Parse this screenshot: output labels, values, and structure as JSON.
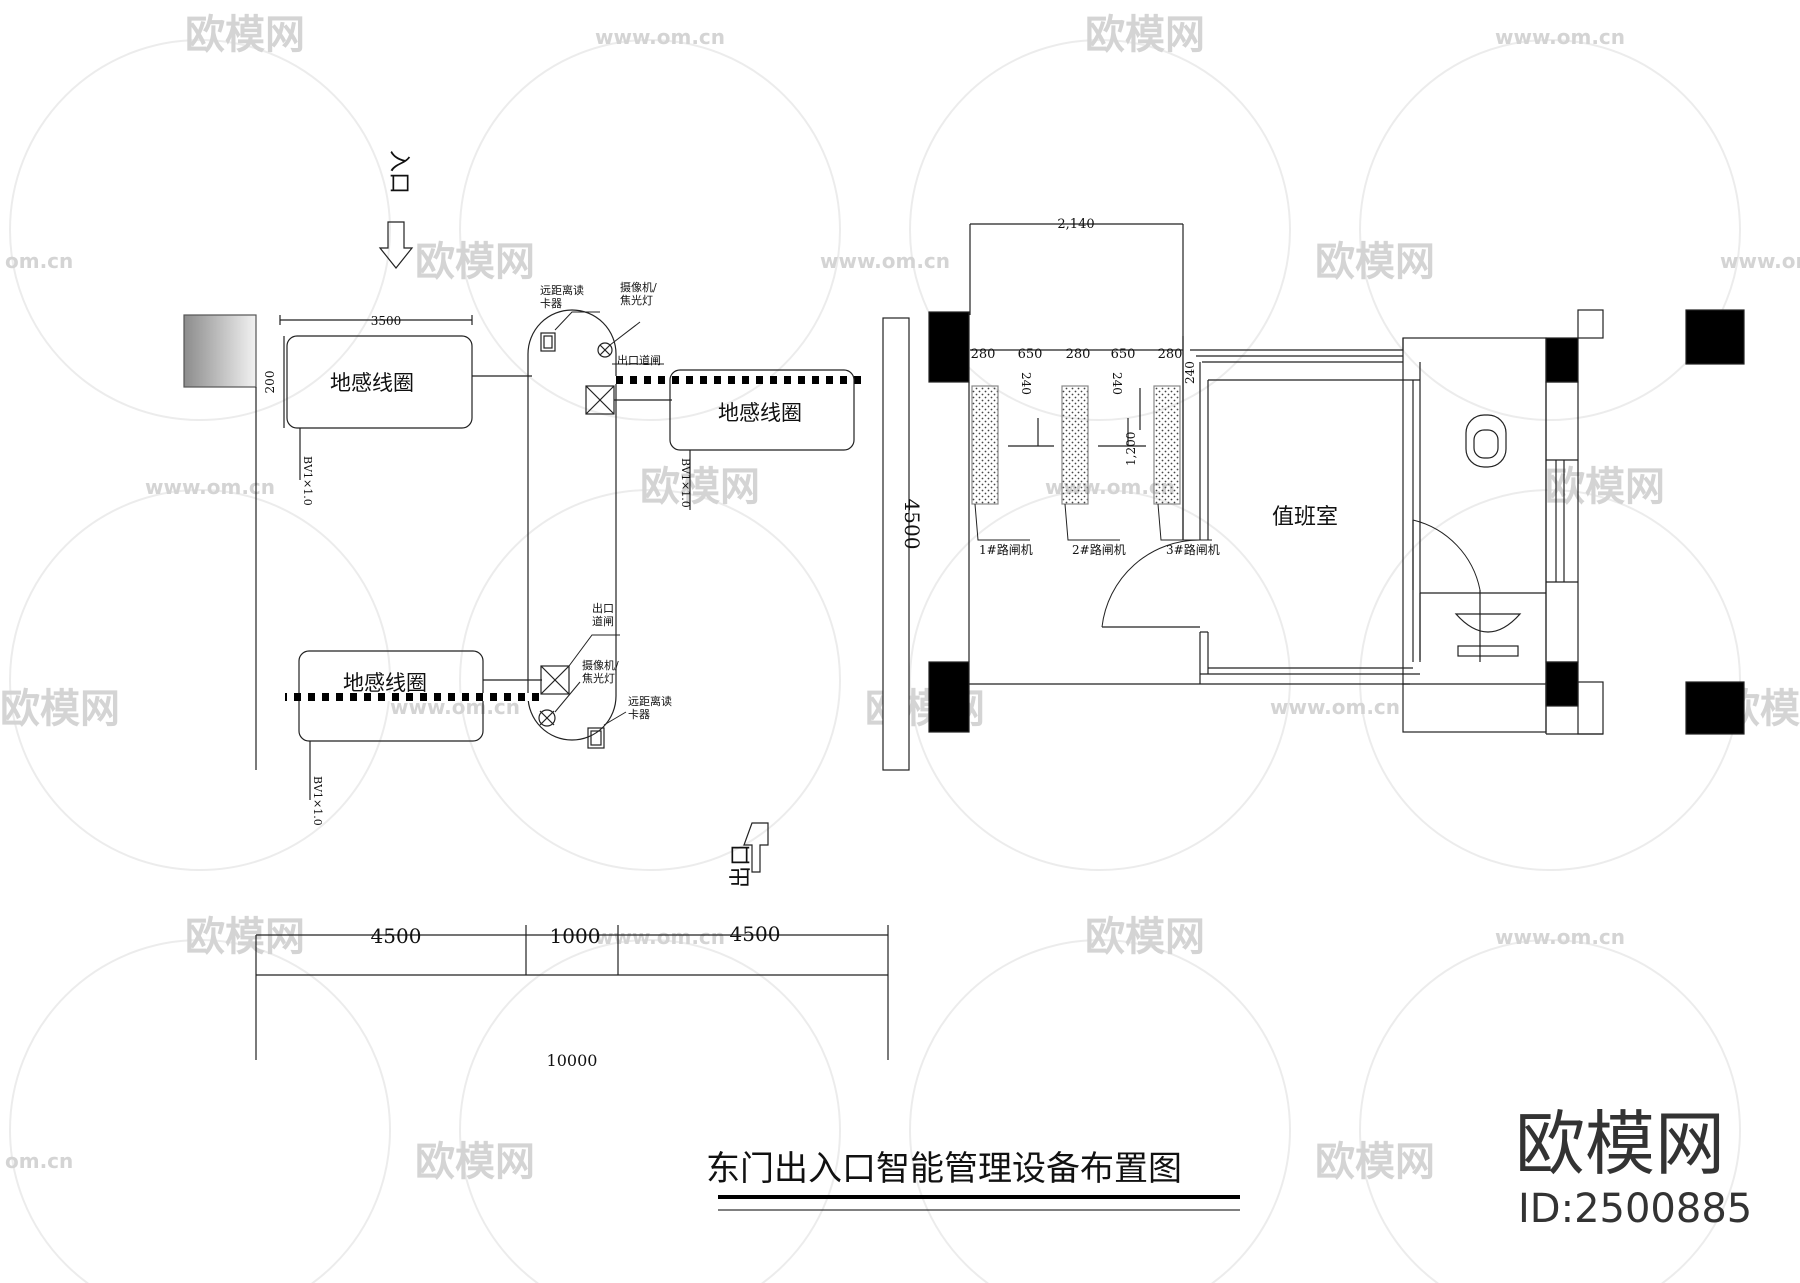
{
  "drawing_title": "东门出入口智能管理设备布置图",
  "entrance_label": "入口",
  "exit_label": "出口",
  "loops": {
    "top_left": "地感线圈",
    "mid_right": "地感线圈",
    "bottom_left": "地感线圈"
  },
  "devices": {
    "reader_top": "远距离读\n卡器",
    "camera_top": "摄像机/\n焦光灯",
    "gate_top": "出口道闸",
    "gate_bottom": "出口\n道闸",
    "camera_bottom": "摄像机/\n焦光灯",
    "reader_bottom": "远距离读\n卡器"
  },
  "cables": [
    "BV1×1.0",
    "BV1×1.0",
    "BV1×1.0"
  ],
  "dimensions": {
    "loop_width": "3500",
    "loop_height": "200",
    "width_2140": "2,140",
    "d_280a": "280",
    "d_650a": "650",
    "d_280b": "280",
    "d_650b": "650",
    "d_280c": "280",
    "d_240a": "240",
    "d_240b": "240",
    "d_240c": "240",
    "d_1200": "1,200",
    "road_width": "4500",
    "bottom_4500a": "4500",
    "bottom_1000": "1000",
    "bottom_4500b": "4500",
    "bottom_total": "10000"
  },
  "barriers": [
    "1#路闸机",
    "2#路闸机",
    "3#路闸机"
  ],
  "room_label": "值班室",
  "watermark": {
    "brand": "欧模网",
    "url": "www.om.cn",
    "url_short": "om.cn"
  },
  "brand_block": {
    "name": "欧模网",
    "id": "ID:2500885"
  }
}
